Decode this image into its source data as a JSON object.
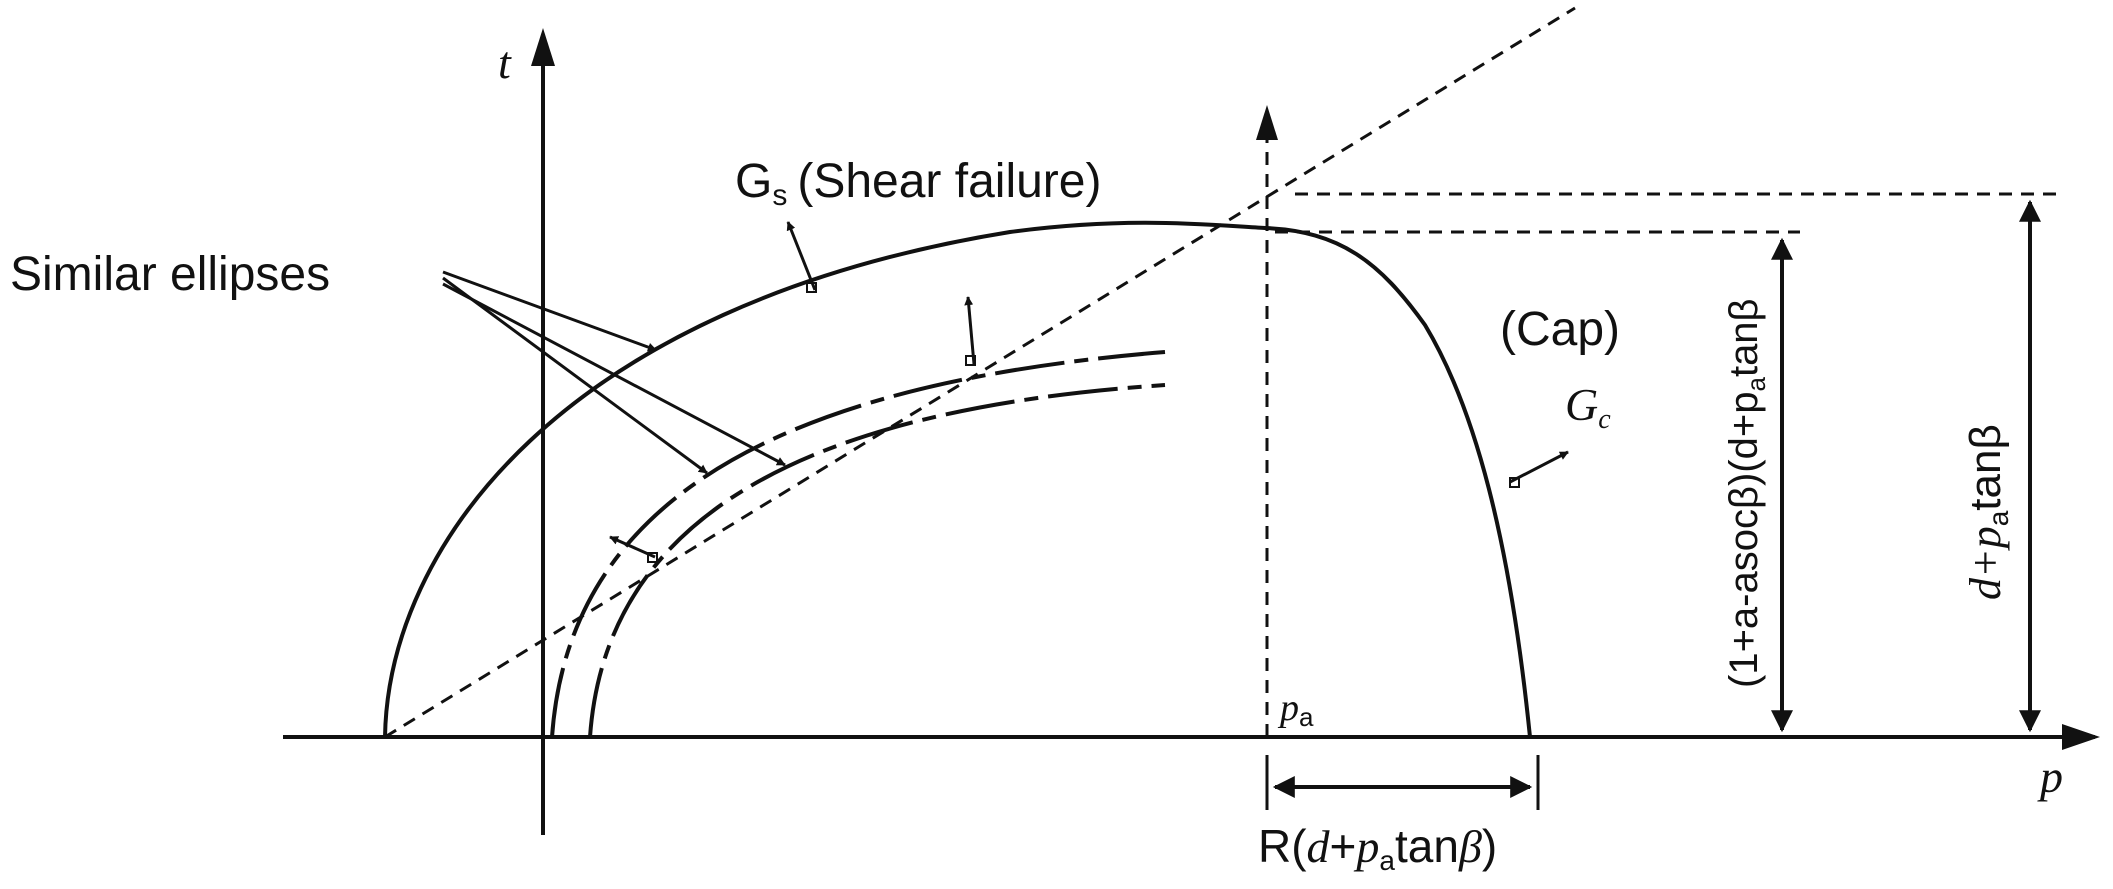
{
  "axes": {
    "t_label": "t",
    "p_label": "p",
    "pa_label": "p",
    "pa_sub": "a"
  },
  "labels": {
    "gs_main": "G",
    "gs_sub": "s",
    "gs_desc": "(Shear failure)",
    "similar": "Similar ellipses",
    "cap": "(Cap)",
    "gc_main": "G",
    "gc_sub": "c",
    "r_prefix": "R(",
    "r_d": "d",
    "r_plus": "+",
    "r_p": "p",
    "r_sub": "a",
    "r_tan": "tan",
    "r_beta": "β",
    "r_close": ")",
    "dim_right_a": "d+p",
    "dim_right_sub": "a",
    "dim_right_b": "tanβ",
    "dim_left_a": "(1+a-asocβ)(d+p",
    "dim_left_sub": "a",
    "dim_left_b": "tanβ"
  },
  "colors": {
    "ink": "#111111",
    "background": "#ffffff"
  }
}
